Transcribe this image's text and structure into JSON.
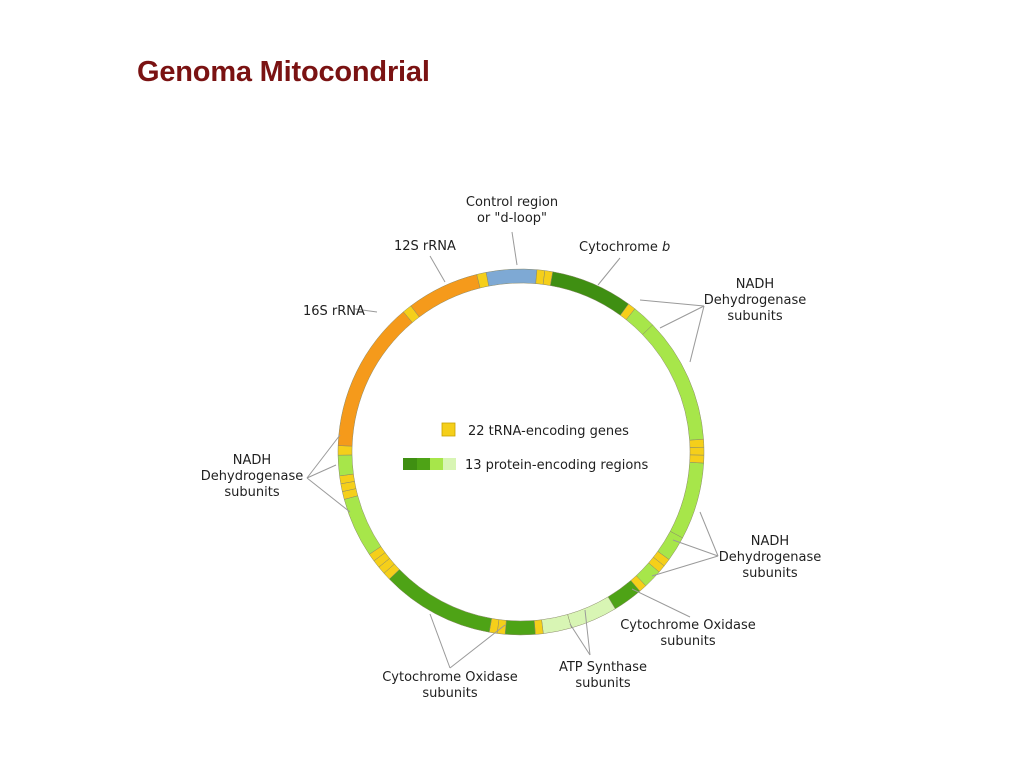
{
  "title": "Genoma Mitocondrial",
  "colors": {
    "title": "#7a1212",
    "trna": "#f5cf1a",
    "rrna": "#f59a1b",
    "control": "#7ea9d4",
    "cytb": "#3f8f12",
    "cox": "#4ea316",
    "nadh": "#a7e64a",
    "atp": "#d8f5b4"
  },
  "legend": {
    "trna_label": "22 tRNA-encoding genes",
    "protein_label": "13 protein-encoding regions"
  },
  "labels": {
    "control_line1": "Control region",
    "control_line2": "or \"d-loop\"",
    "rrna12s": "12S rRNA",
    "rrna16s": "16S rRNA",
    "cytb_prefix": "Cytochrome ",
    "cytb_italic": "b",
    "nadh_line1": "NADH",
    "nadh_line2": "Dehydrogenase",
    "nadh_line3": "subunits",
    "cox_line1": "Cytochrome Oxidase",
    "cox_line2": "subunits",
    "atp_line1": "ATP Synthase",
    "atp_line2": "subunits"
  }
}
